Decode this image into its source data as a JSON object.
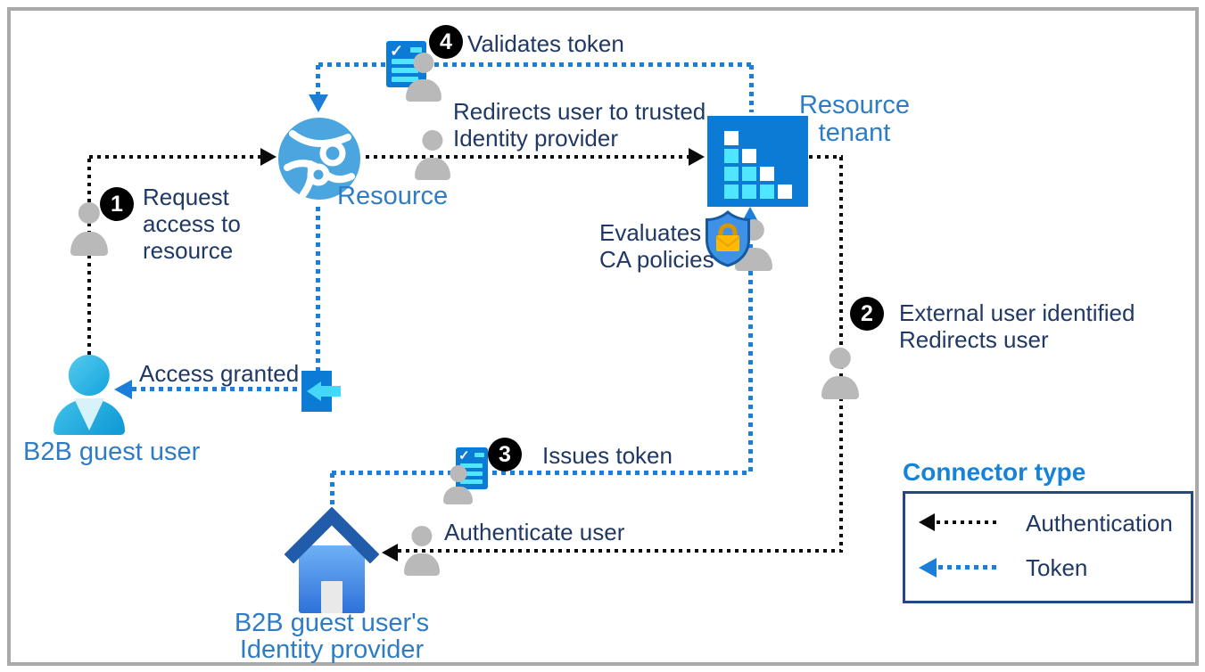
{
  "nodes": {
    "b2b_guest_user": {
      "label": "B2B guest user"
    },
    "resource": {
      "label": "Resource"
    },
    "resource_tenant": {
      "line1": "Resource",
      "line2": "tenant"
    },
    "identity_provider": {
      "line1": "B2B guest user's",
      "line2": "Identity provider"
    }
  },
  "steps": [
    {
      "number": "1",
      "lines": [
        "Request",
        "access to",
        "resource"
      ]
    },
    {
      "number": "2",
      "lines": [
        "External user identified",
        "Redirects user"
      ]
    },
    {
      "number": "3",
      "lines": [
        "Issues token"
      ]
    },
    {
      "number": "4",
      "lines": [
        "Validates token"
      ]
    }
  ],
  "annotations": {
    "redirect_line1": "Redirects user to trusted",
    "redirect_line2": "Identity provider",
    "evaluates_line1": "Evaluates",
    "evaluates_line2": "CA policies",
    "access_granted": "Access granted",
    "authenticate_user": "Authenticate user"
  },
  "legend": {
    "title": "Connector type",
    "items": [
      {
        "label": "Authentication",
        "connector": "black-dotted",
        "color": "#0A0A0A"
      },
      {
        "label": "Token",
        "connector": "blue-dotted",
        "color": "#1B7FD9"
      }
    ]
  },
  "icons": {
    "globe-icon": "networked globe (resource)",
    "tenant-icon": "azure tenant stacked squares",
    "shield-lock-icon": "shield with gold padlock",
    "token-icon": "document with checkmark and list lines",
    "sign-in-icon": "door with inward arrow",
    "home-icon": "house (identity provider)",
    "user-icon": "person silhouette"
  },
  "colors": {
    "azure_blue": "#0C7BD6",
    "cyan_accent": "#50E6FF",
    "person_gray": "#B9B9B9",
    "annotation_text": "#1F3864",
    "label_blue": "#2E7CC4",
    "auth_connector": "#0A0A0A",
    "token_connector": "#1B7FD9",
    "frame_gray": "#A9A9A9"
  }
}
